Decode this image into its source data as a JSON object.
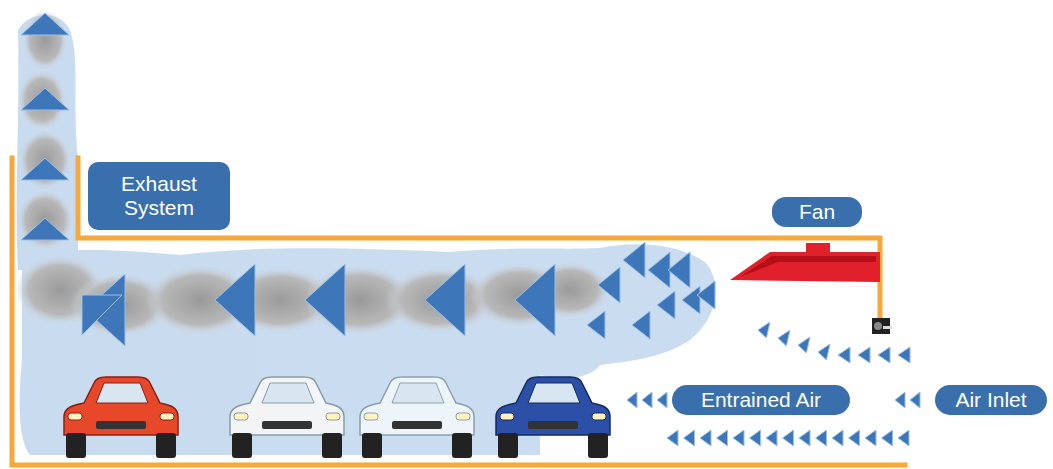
{
  "diagram": {
    "nodes": [
      {
        "text": [
          "Exhaust System"
        ]
      },
      {
        "text": [
          "Fan"
        ]
      },
      {
        "text": [
          "Entrained Air"
        ]
      },
      {
        "text": [
          "Air Inlet"
        ]
      }
    ]
  }
}
